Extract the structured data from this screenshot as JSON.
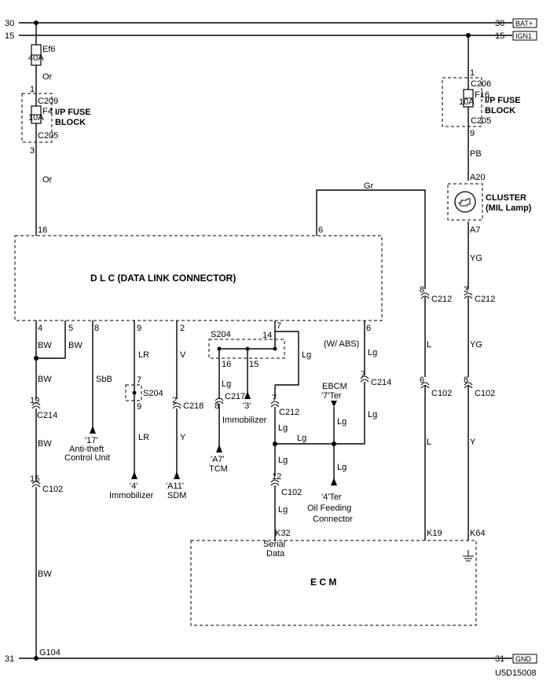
{
  "rails": {
    "bat_num_left": "30",
    "bat_num_right": "30",
    "bat_tag": "BAT+",
    "ign_num_left": "15",
    "ign_num_right": "15",
    "ign_tag": "IGN1",
    "gnd_num_left": "31",
    "gnd_num_right": "31",
    "gnd_tag": "GND"
  },
  "fuses": {
    "ef6_name": "Ef6",
    "ef6_amp": "40A",
    "f4_name": "F4",
    "f4_amp": "10A",
    "f4_pin_top": "1",
    "f4_pin_bottom": "3",
    "f4_conn_top": "C209",
    "f4_conn_bottom": "C205",
    "f16_name": "F16",
    "f16_amp": "10A",
    "f16_pin_top": "1",
    "f16_pin_bottom": "9",
    "f16_conn_top": "C206",
    "f16_conn_bottom": "C205",
    "block_label_line1": "I/P FUSE",
    "block_label_line2": "BLOCK"
  },
  "cluster": {
    "label_line1": "CLUSTER",
    "label_line2": "(MIL Lamp)",
    "pin_top": "A20",
    "pin_bottom": "A7"
  },
  "dlc": {
    "label": "D   L   C (DATA LINK CONNECTOR)",
    "pin_16": "16",
    "pin_6": "6",
    "pin_4": "4",
    "pin_5": "5",
    "pin_8": "8",
    "pin_9": "9",
    "pin_2": "2",
    "pin_7": "7",
    "pin_6b": "6"
  },
  "ecm": {
    "label": "E   C   M",
    "pin_k32": "K32",
    "pin_k19": "K19",
    "pin_k64": "K64",
    "serial_line1": "Serial",
    "serial_line2": "Data"
  },
  "wires": {
    "or1": "Or",
    "or2": "Or",
    "pb": "PB",
    "yg1": "YG",
    "yg2": "YG",
    "y": "Y",
    "gr": "Gr",
    "l1": "L",
    "l2": "L",
    "bw1": "BW",
    "bw2": "BW",
    "bw3": "BW",
    "bw4": "BW",
    "bw5": "BW",
    "sbb": "SbB",
    "lr1": "LR",
    "lr2": "LR",
    "v": "V",
    "y2": "Y",
    "lg1": "Lg",
    "lg2": "Lg",
    "lg3": "Lg",
    "lg4": "Lg",
    "lg5": "Lg",
    "lg6": "Lg",
    "lg7": "Lg",
    "lg8": "Lg",
    "lg9": "Lg",
    "lg10": "Lg"
  },
  "connectors": {
    "c212a_pin": "8",
    "c212a": "C212",
    "c212b_pin": "3",
    "c212b": "C212",
    "c102a_pin": "6",
    "c102a": "C102",
    "c102b_pin": "8",
    "c102b": "C102",
    "c214a_pin": "19",
    "c214a": "C214",
    "c102c_pin": "15",
    "c102c": "C102",
    "s204a_pin_top": "7",
    "s204a_pin_bottom": "9",
    "s204a": "S204",
    "c218_pin": "2",
    "c218": "C218",
    "s204b": "S204",
    "s204b_pin14": "14",
    "s204b_pin16": "16",
    "s204b_pin15": "15",
    "c217_pin": "8",
    "c217": "C217",
    "c212c_pin": "7",
    "c212c": "C212",
    "c102d_pin": "12",
    "c102d": "C102",
    "c214b_pin": "7",
    "c214b": "C214",
    "abs": "(W/ ABS)",
    "g104": "G104"
  },
  "destinations": {
    "antitheft_ref": "'17'",
    "antitheft_line1": "Anti-theft",
    "antitheft_line2": "Control Unit",
    "immo4_ref": "'4'",
    "immo4": "Immobilizer",
    "sdm_ref": "'A11'",
    "sdm": "SDM",
    "tcm_ref": "'A7'",
    "tcm": "TCM",
    "immo3_ref": "'3'",
    "immo3": "Immobilizer",
    "ebcm_line1": "EBCM",
    "ebcm_line2": "'7'Ter",
    "oil_ref": "'4'Ter",
    "oil_line1": "Oil Feeding",
    "oil_line2": "Connector"
  },
  "footer": {
    "code": "U5D15008"
  }
}
